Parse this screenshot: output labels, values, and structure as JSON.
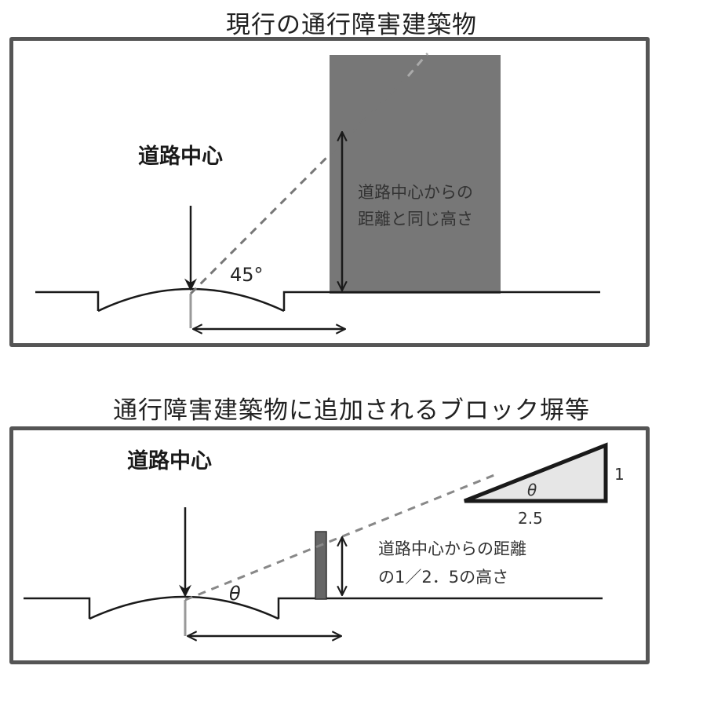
{
  "top": {
    "title": "現行の通行障害建築物",
    "road_center_label": "道路中心",
    "height_label_line1": "道路中心からの",
    "height_label_line2": "距離と同じ高さ",
    "angle_label": "45°"
  },
  "bottom": {
    "title": "通行障害建築物に追加されるブロック塀等",
    "road_center_label": "道路中心",
    "height_label_line1": "道路中心からの距離",
    "height_label_line2": "の1／2．5の高さ",
    "angle_label": "θ",
    "triangle_angle_label": "θ",
    "triangle_rise_label": "1",
    "triangle_run_label": "2.5"
  },
  "colors": {
    "building": "#777777",
    "block_wall": "#666666",
    "triangle_fill": "#e6e6e6",
    "line": "#1a1a1a",
    "dashed": "#777777"
  }
}
